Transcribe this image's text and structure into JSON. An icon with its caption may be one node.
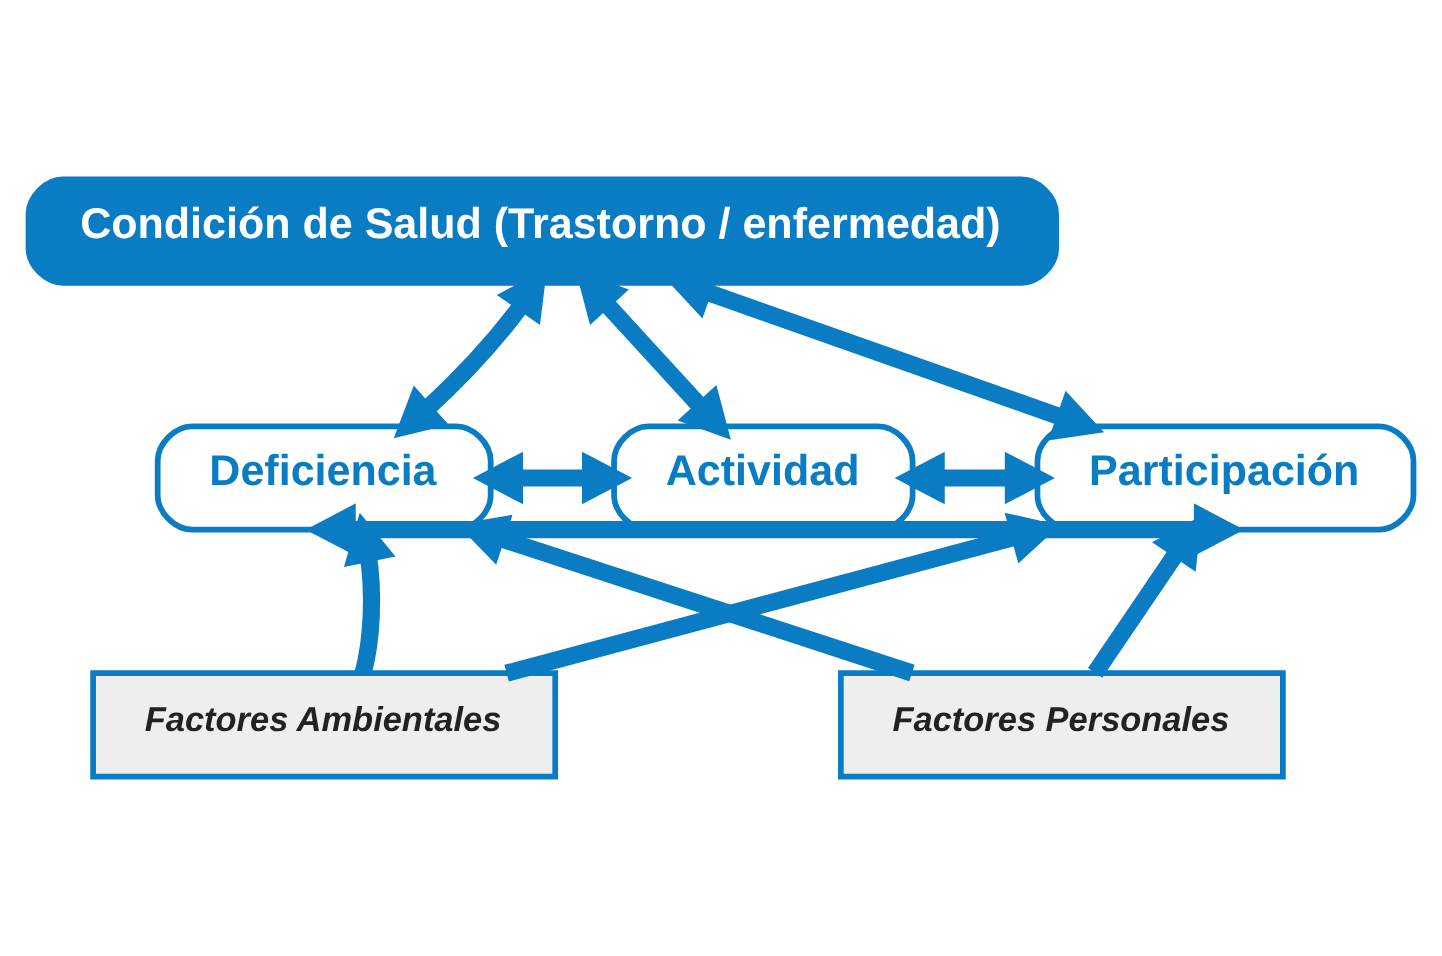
{
  "diagram": {
    "nodes": [
      {
        "text": [
          "Condición de Salud (Trastorno / enfermedad)"
        ]
      },
      {
        "text": [
          "Deficiencia"
        ]
      },
      {
        "text": [
          "Actividad"
        ]
      },
      {
        "text": [
          "Participación"
        ]
      },
      {
        "text": [
          "Factores Ambientales"
        ]
      },
      {
        "text": [
          "Factores Personales"
        ]
      }
    ],
    "edges": [
      {
        "from": 0,
        "to": 2,
        "arrow": "both"
      },
      {
        "from": 0,
        "to": 1,
        "arrow": "both"
      },
      {
        "from": 0,
        "to": 3,
        "arrow": "both"
      },
      {
        "from": 1,
        "to": 2,
        "arrow": "both"
      },
      {
        "from": 2,
        "to": 3,
        "arrow": "both"
      },
      {
        "from": 1,
        "to": 3,
        "arrow": "both"
      },
      {
        "from": 4,
        "to": 1,
        "arrow": "to"
      },
      {
        "from": 4,
        "to": 3,
        "arrow": "to"
      },
      {
        "from": 5,
        "to": 1,
        "arrow": "to"
      },
      {
        "from": 5,
        "to": 3,
        "arrow": "to"
      }
    ]
  }
}
